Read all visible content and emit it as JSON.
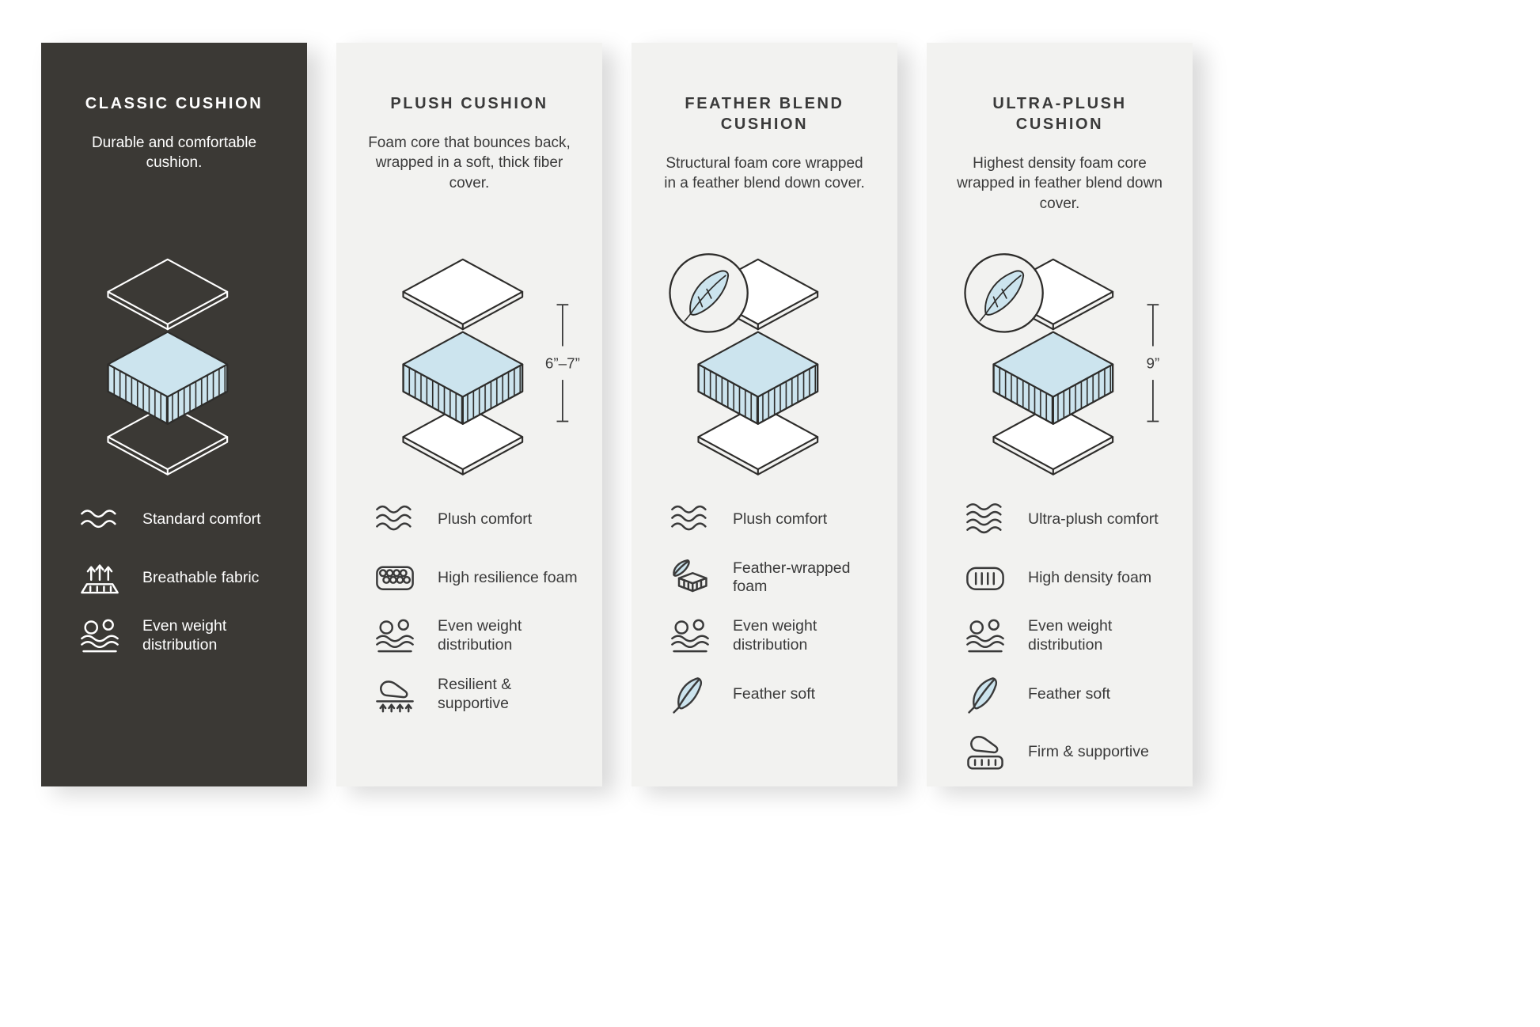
{
  "colors": {
    "page_background": "#ffffff",
    "dark_panel_background": "#3b3935",
    "light_panel_background": "#f2f2f0",
    "accent_blue": "#cce4ee",
    "text_dark": "#3a3a3a",
    "text_light": "#ffffff"
  },
  "panels": [
    {
      "id": "classic",
      "theme": "dark",
      "title": "CLASSIC CUSHION",
      "description": "Durable and comfortable cushion.",
      "diagram": "layered-cushion",
      "features": [
        {
          "icon": "comfort-waves-icon",
          "label": "Standard comfort"
        },
        {
          "icon": "breathable-fabric-icon",
          "label": "Breathable fabric"
        },
        {
          "icon": "weight-distribution-icon",
          "label": "Even weight distribution"
        }
      ]
    },
    {
      "id": "plush",
      "theme": "light",
      "title": "PLUSH CUSHION",
      "description": "Foam core that bounces back, wrapped in a soft, thick fiber cover.",
      "diagram": "layered-cushion",
      "dimension_label": "6”–7”",
      "features": [
        {
          "icon": "comfort-waves-icon",
          "label": "Plush comfort"
        },
        {
          "icon": "foam-honeycomb-icon",
          "label": "High resilience foam"
        },
        {
          "icon": "weight-distribution-icon",
          "label": "Even weight distribution"
        },
        {
          "icon": "hand-press-icon",
          "label": "Resilient & supportive"
        }
      ]
    },
    {
      "id": "feather-blend",
      "theme": "light",
      "title": "FEATHER BLEND CUSHION",
      "description": "Structural foam core wrapped in a feather blend down cover.",
      "diagram": "layered-cushion-with-feather-badge",
      "features": [
        {
          "icon": "comfort-waves-icon",
          "label": "Plush comfort"
        },
        {
          "icon": "feather-foam-icon",
          "label": "Feather-wrapped foam"
        },
        {
          "icon": "weight-distribution-icon",
          "label": "Even weight distribution"
        },
        {
          "icon": "feather-icon",
          "label": "Feather soft"
        }
      ]
    },
    {
      "id": "ultra-plush",
      "theme": "light",
      "title": "ULTRA-PLUSH CUSHION",
      "description": "Highest density foam core wrapped in feather blend down cover.",
      "diagram": "layered-cushion-with-feather-badge",
      "dimension_label": "9”",
      "features": [
        {
          "icon": "comfort-waves-icon",
          "label": "Ultra-plush comfort"
        },
        {
          "icon": "foam-density-icon",
          "label": "High density foam"
        },
        {
          "icon": "weight-distribution-icon",
          "label": "Even weight distribution"
        },
        {
          "icon": "feather-icon",
          "label": "Feather soft"
        },
        {
          "icon": "hand-press-icon",
          "label": "Firm & supportive"
        }
      ]
    }
  ]
}
